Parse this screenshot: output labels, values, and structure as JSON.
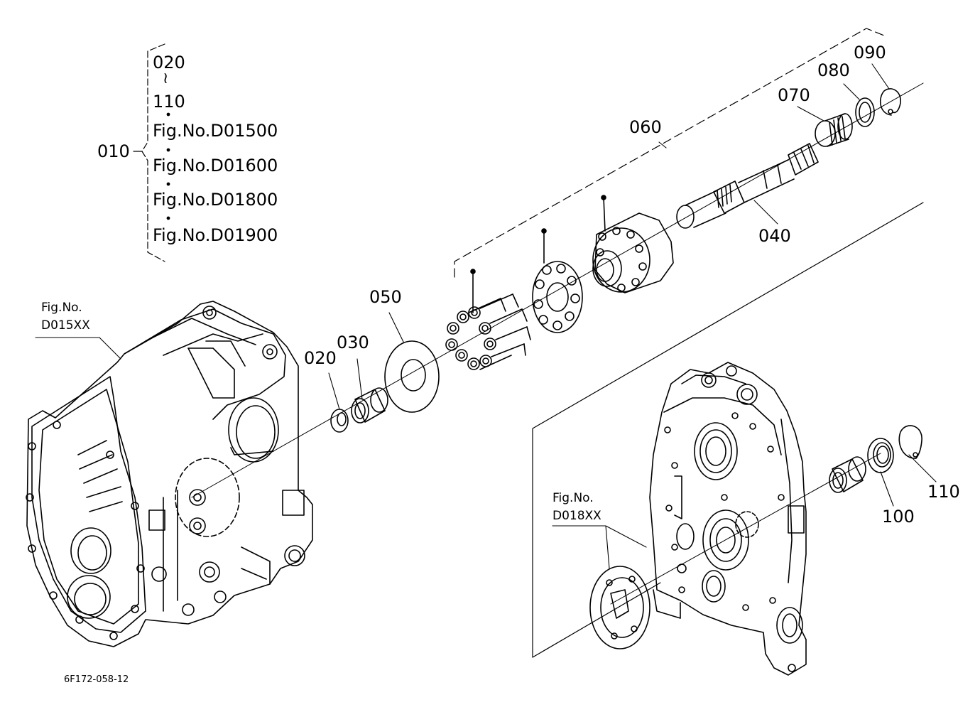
{
  "callouts": {
    "p010": "010",
    "p020": "020",
    "p030": "030",
    "p040": "040",
    "p050": "050",
    "p060": "060",
    "p070": "070",
    "p080": "080",
    "p090": "090",
    "p100": "100",
    "p110": "110"
  },
  "bracket": {
    "range_start": "020",
    "range_sep": "≀",
    "range_end": "110",
    "refs": [
      "Fig.No.D01500",
      "Fig.No.D01600",
      "Fig.No.D01800",
      "Fig.No.D01900"
    ]
  },
  "references": {
    "left_line1": "Fig.No.",
    "left_line2": "D015XX",
    "right_line1": "Fig.No.",
    "right_line2": "D018XX"
  },
  "drawing_id": "6F172-058-12"
}
